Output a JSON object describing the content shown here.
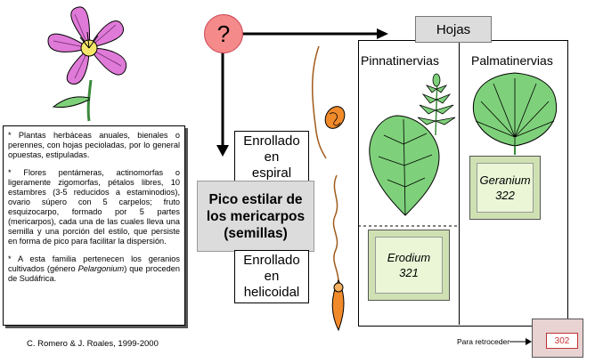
{
  "description": {
    "p1": "* Plantas herbáceas anuales, bienales o perennes, con hojas pecioladas, por lo general opuestas, estipuladas.",
    "p2": "* Flores pentámeras, actinomorfas o ligeramente zigomorfas, pétalos libres, 10 estambres (3-5 reducidos a estaminodios), ovario súpero con 5 carpelos; fruto esquizocarpo, formado por 5 partes (mericarpos), cada una de las cuales lleva una semilla y una porción del estilo, que persiste en forma de pico para facilitar la dispersión.",
    "p3_a": "* A esta familia pertenecen los geranios cultivados (género ",
    "p3_b": "Pelargonium",
    "p3_c": ") que proceden de Sudáfrica."
  },
  "credit": "C. Romero & J. Roales, 1999-2000",
  "question": "?",
  "enrollado_espiral": [
    "Enrollado",
    "en",
    "espiral"
  ],
  "pico": [
    "Pico estilar de",
    "los mericarpos",
    "(semillas)"
  ],
  "enrollado_helicoidal": [
    "Enrollado",
    "en",
    "helicoidal"
  ],
  "hojas": "Hojas",
  "pinnatinervias": "Pinnatinervias",
  "palmatinervias": "Palmatinervias",
  "geranium": {
    "name": "Geranium",
    "num": "322"
  },
  "erodium": {
    "name": "Erodium",
    "num": "321"
  },
  "retro_label": "Para retroceder",
  "retro_num": "302",
  "colors": {
    "petal": "#e07ad8",
    "leaf": "#7ed17a",
    "seed": "#f08a2a",
    "accent": "#f48a8a"
  }
}
